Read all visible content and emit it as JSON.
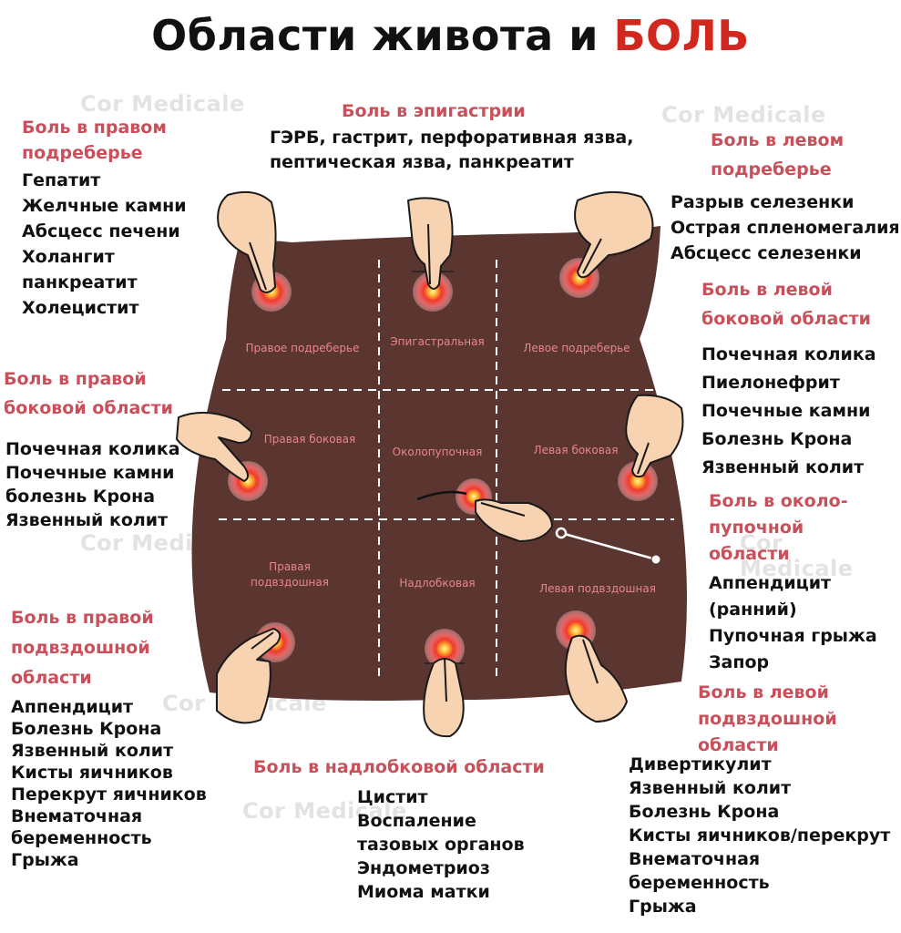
{
  "title": {
    "main": "Области живота и ",
    "accent": "БОЛЬ"
  },
  "watermark": "Cor Medicale",
  "regions": {
    "right_hypochondriac": "Правое подреберье",
    "epigastric": "Эпигастральная",
    "left_hypochondriac": "Левое подреберье",
    "right_lumbar": "Правая боковая",
    "umbilical": "Околопупочная",
    "left_lumbar": "Левая боковая",
    "right_iliac": "Правая подвздошная",
    "hypogastric": "Надлобковая",
    "left_iliac": "Левая подвздошная"
  },
  "sections": {
    "right_hypochondrium": {
      "heading": [
        "Боль в правом",
        "подреберье"
      ],
      "items": [
        "Гепатит",
        "Желчные камни",
        "Абсцесс печени",
        "Холангит",
        "панкреатит",
        "Холецистит"
      ]
    },
    "epigastric": {
      "heading": [
        "Боль в эпигастрии"
      ],
      "items": [
        "ГЭРБ, гастрит, перфоративная язва,",
        "пептическая язва, панкреатит"
      ]
    },
    "left_hypochondrium": {
      "heading": [
        "Боль в левом",
        "подреберье"
      ],
      "items": [
        "Разрыв селезенки",
        "Острая спленомегалия",
        "Абсцесс селезенки"
      ]
    },
    "right_lumbar": {
      "heading": [
        "Боль в правой",
        "боковой области"
      ],
      "items": [
        "Почечная колика",
        "Почечные камни",
        "болезнь Крона",
        "Язвенный колит"
      ]
    },
    "left_lumbar": {
      "heading": [
        "Боль в левой",
        "боковой области"
      ],
      "items": [
        "Почечная колика",
        "Пиелонефрит",
        "Почечные камни",
        "Болезнь Крона",
        "Язвенный колит"
      ]
    },
    "umbilical": {
      "heading": [
        "Боль в около-",
        "пупочной",
        "области"
      ],
      "items": [
        "Аппендицит",
        "(ранний)",
        "Пупочная грыжа",
        "Запор"
      ]
    },
    "right_iliac": {
      "heading": [
        "Боль в правой",
        "подвздошной",
        "области"
      ],
      "items": [
        "Аппендицит",
        "Болезнь Крона",
        "Язвенный колит",
        "Кисты яичников",
        "Перекрут яичников",
        "Внематочная",
        "беременность",
        "Грыжа"
      ]
    },
    "hypogastric": {
      "heading": [
        "Боль в надлобковой области"
      ],
      "items": [
        "Цистит",
        "Воспаление",
        "тазовых органов",
        "Эндометриоз",
        "Миома матки"
      ]
    },
    "left_iliac": {
      "heading": [
        "Боль в левой",
        "подвздошной",
        "области"
      ],
      "items": [
        "Дивертикулит",
        "Язвенный колит",
        "Болезнь Крона",
        "Кисты яичников/перекрут",
        "Внематочная",
        "беременность",
        "Грыжа"
      ]
    }
  },
  "colors": {
    "abdomen": "#5b3530",
    "heading": "#c9505a",
    "accent": "#d0281f",
    "region_label": "#e8868c",
    "skin": "#f8d3b1"
  }
}
